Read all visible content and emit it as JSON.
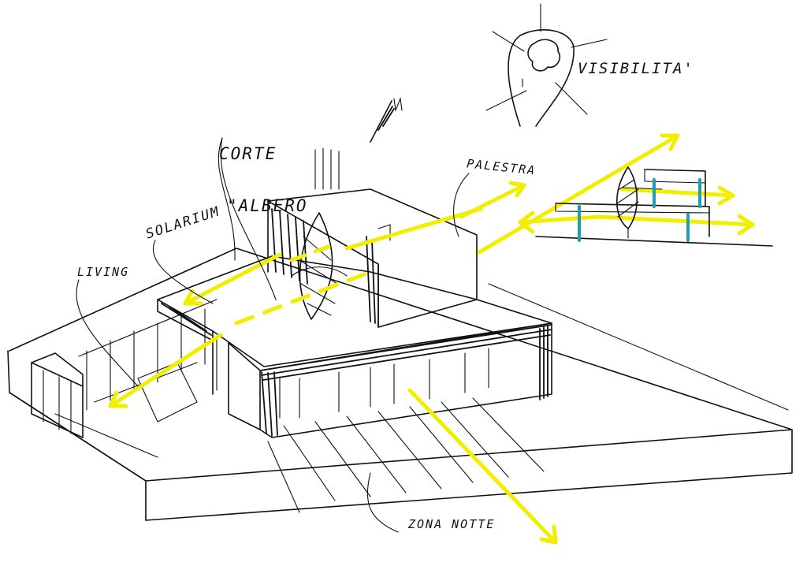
{
  "labels": {
    "corte_line1": "CORTE",
    "corte_line2": "\"ALBERO",
    "visibilita": "VISIBILITA'",
    "palestra": "PALESTRA",
    "solarium": "SOLARIUM",
    "living": "LIVING",
    "zona_notte": "ZONA NOTTE"
  },
  "colors": {
    "ink": "#111111",
    "sun_path": "#f2ee00",
    "column_accent": "#1f9fb0",
    "paper": "#ffffff"
  },
  "icons": {
    "north_arrow": "north-arrow-icon",
    "tree": "tree-icon"
  }
}
